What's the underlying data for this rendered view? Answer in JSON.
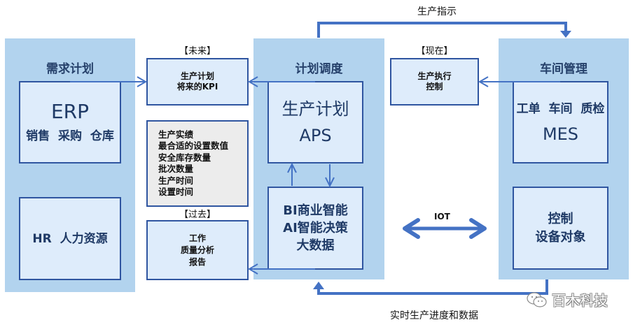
{
  "colors": {
    "panel_bg": "#b2d3ee",
    "box_bg": "#deecfb",
    "box_border": "#2f55a0",
    "arrow": "#4472c4",
    "gray_box_bg": "#ececec",
    "title_text": "#26416b"
  },
  "top_flow": {
    "label": "生产指示"
  },
  "bottom_flow": {
    "label": "实时生产进度和数据"
  },
  "left_panel": {
    "title": "需求计划",
    "erp_box": {
      "title": "ERP",
      "subtitle": "销售  采购  仓库"
    },
    "hr_box": {
      "label": "HR  人力资源"
    }
  },
  "middle_column": {
    "future_tag": "【未来】",
    "future_box": {
      "lines": [
        "生产计划",
        "将来的KPI"
      ]
    },
    "info_box": {
      "lines": [
        "生产实绩",
        "最合适的设置数值",
        "安全库存数量",
        "批次数量",
        "生产时间",
        "设置时间"
      ]
    },
    "past_tag": "【过去】",
    "past_box": {
      "lines": [
        "工作",
        "质量分析",
        "报告"
      ]
    }
  },
  "center_panel": {
    "title": "计划调度",
    "aps_box": {
      "title": "生产计划",
      "subtitle": "APS"
    },
    "bi_box": {
      "lines": [
        "BI商业智能",
        "AI智能决策",
        "大数据"
      ]
    }
  },
  "now_column": {
    "now_tag": "【现在】",
    "now_box": {
      "lines": [
        "生产执行",
        "控制"
      ]
    }
  },
  "iot": {
    "label": "IOT"
  },
  "right_panel": {
    "title": "车间管理",
    "mes_box": {
      "title": "工单  车间  质检",
      "subtitle": "MES"
    },
    "control_box": {
      "lines": [
        "控制",
        "设备对象"
      ]
    }
  },
  "watermark": {
    "icon": "wechat-icon",
    "text": "百木科技"
  }
}
